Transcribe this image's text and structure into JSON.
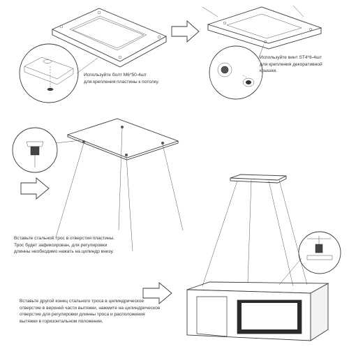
{
  "instructions": {
    "step1": "Используйте болт М6*50-4шт\nдля крепления пластины к потолку.",
    "step2": "Используйте винт ST4*6-4шт\nдля крепления декоративной\nкрышки.",
    "step3": "Вставьте стальной трос в отверстия пластины.\nТрос будет зафиксирован, для регулировки\nдлинны необходимо нажать на цилиндр внизу.",
    "step4": "Вставьте другой конец стального троса в цилиндрическое\nотверстие в верхней части вытяжки, нажмите на цилиндрическое\nотверстие для регулировки длинны троса и расположения\nвытяжки в горизонтальном положении."
  },
  "colors": {
    "line": "#3a3a3a",
    "arrow_fill": "#ffffff",
    "panel_dark": "#2b2b2b"
  },
  "icons": [
    "right-arrow-icon",
    "bolt-icon",
    "screw-icon",
    "cable-cylinder-icon"
  ]
}
